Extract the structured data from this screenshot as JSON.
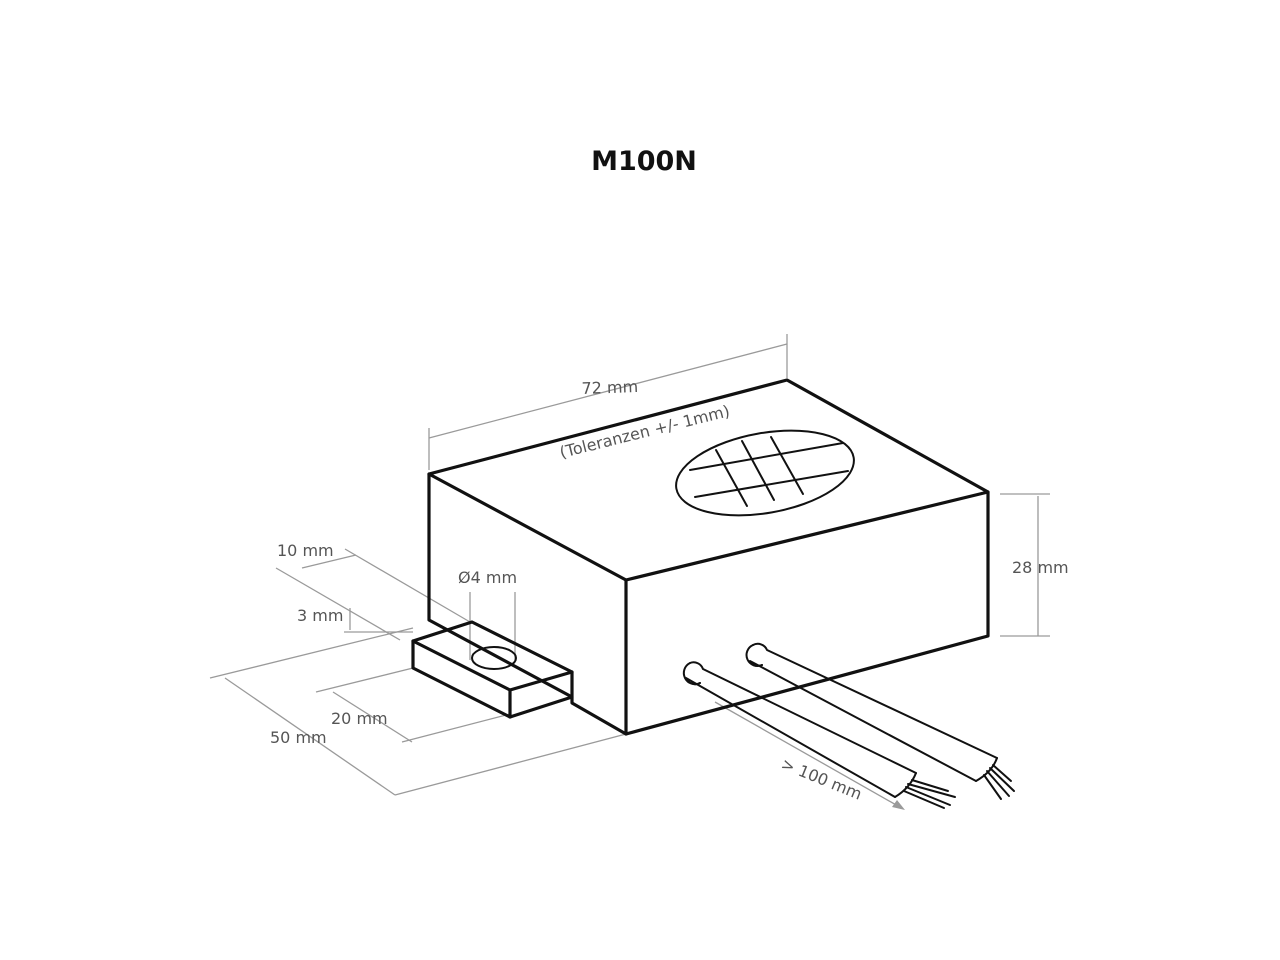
{
  "title": "M100N",
  "dimensions": {
    "length": "72 mm",
    "tolerance": "(Toleranzen +/- 1mm)",
    "height": "28 mm",
    "depth": "50 mm",
    "tab_width": "20 mm",
    "tab_length": "10 mm",
    "tab_thickness": "3 mm",
    "hole_diameter": "Ø4 mm",
    "cable_length": "> 100 mm"
  },
  "colors": {
    "outline": "#111111",
    "dimension_text": "#555555",
    "dimension_line": "#9a9a9a"
  }
}
